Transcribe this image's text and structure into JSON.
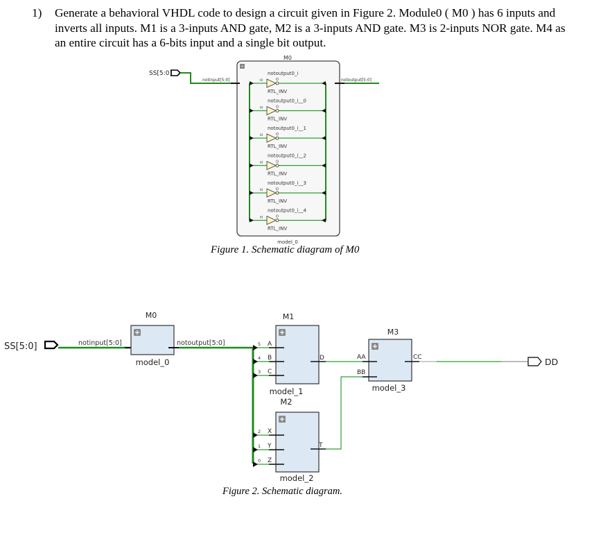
{
  "question": {
    "number": "1)",
    "text": "Generate a behavioral VHDL code to design a circuit given in Figure 2. Module0 ( M0 ) has 6 inputs and inverts all inputs. M1 is a 3-inputs AND gate, M2 is a 3-inputs AND gate. M3 is 2-inputs NOR gate. M4 as an entire circuit has a 6-bits input and a single bit output."
  },
  "figure1": {
    "caption": "Figure 1. Schematic diagram of M0",
    "module_title": "M0",
    "module_name": "model_0",
    "input_port": "SS[5:0]",
    "input_net": "notinput[5:0]",
    "output_net": "notoutput[5:0]",
    "inverters": [
      {
        "name": "notoutput0_i",
        "type": "RTL_INV",
        "in_pin": "I0",
        "out_pin": "O"
      },
      {
        "name": "notoutput0_i__0",
        "type": "RTL_INV",
        "in_pin": "I0",
        "out_pin": "O"
      },
      {
        "name": "notoutput0_i__1",
        "type": "RTL_INV",
        "in_pin": "I0",
        "out_pin": "O"
      },
      {
        "name": "notoutput0_i__2",
        "type": "RTL_INV",
        "in_pin": "I0",
        "out_pin": "O"
      },
      {
        "name": "notoutput0_i__3",
        "type": "RTL_INV",
        "in_pin": "I0",
        "out_pin": "O"
      },
      {
        "name": "notoutput0_i__4",
        "type": "RTL_INV",
        "in_pin": "I0",
        "out_pin": "O"
      }
    ]
  },
  "figure2": {
    "caption": "Figure 2. Schematic diagram.",
    "input_port": "SS[5:0]",
    "output_port": "DD",
    "m0": {
      "title": "M0",
      "name": "model_0",
      "in": "notinput[5:0]",
      "out": "notoutput[5:0]"
    },
    "m1": {
      "title": "M1",
      "name": "model_1",
      "inputs": [
        {
          "bit": "5",
          "pin": "A"
        },
        {
          "bit": "4",
          "pin": "B"
        },
        {
          "bit": "3",
          "pin": "C"
        }
      ],
      "out": "D"
    },
    "m2": {
      "title": "M2",
      "name": "model_2",
      "inputs": [
        {
          "bit": "2",
          "pin": "X"
        },
        {
          "bit": "1",
          "pin": "Y"
        },
        {
          "bit": "0",
          "pin": "Z"
        }
      ],
      "out": "T"
    },
    "m3": {
      "title": "M3",
      "name": "model_3",
      "inputs": [
        "AA",
        "BB"
      ],
      "out": "CC"
    }
  },
  "colors": {
    "wire": "#2e9e2e",
    "bus": "#1f8a1f",
    "block_fill": "#dde8f5",
    "inv_fill": "#fbf6c4",
    "module_bg": "#f7f7f7"
  }
}
